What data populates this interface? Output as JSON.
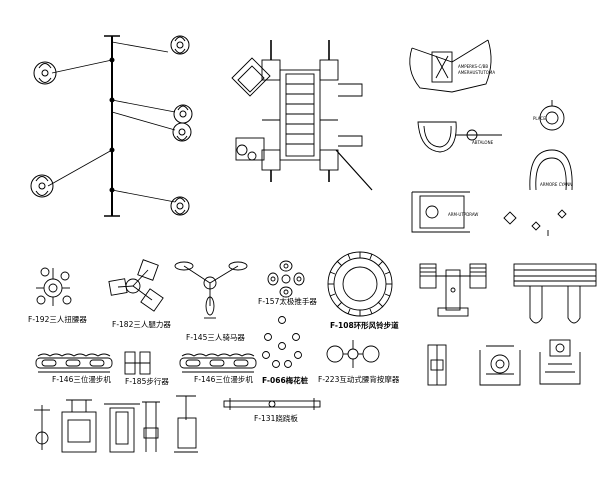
{
  "labels": {
    "f192": "F-192三人扭腰器",
    "f182": "F-182三人腿力器",
    "f145": "F-145三人骑马器",
    "f157": "F-157太极推手器",
    "f108": "F-108环形风铃步道",
    "f146a": "F-146三位漫步机",
    "f185": "F-185步行器",
    "f146b": "F-146三位漫步机",
    "f066": "F-066梅花桩",
    "f223": "F-223互动式腰背按摩器",
    "f131": "F-131跷跷板"
  },
  "small_text": {
    "upper_right_1": "AMPERKS-C/BB",
    "upper_right_2": "AMERHUSTUTOMA",
    "upper_right_3": "PLACE",
    "upper_right_4": "ABTALONE",
    "upper_right_5": "ARMORE CYANN",
    "upper_right_6": "ARM-UTPDRAW"
  }
}
